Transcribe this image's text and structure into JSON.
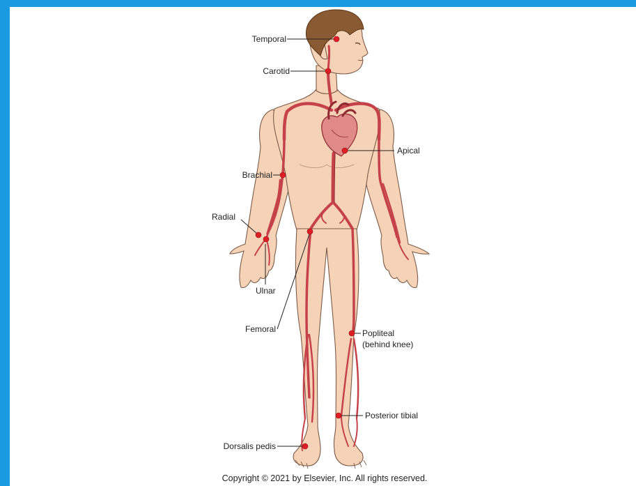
{
  "labels": {
    "temporal": "Temporal",
    "carotid": "Carotid",
    "apical": "Apical",
    "brachial": "Brachial",
    "radial": "Radial",
    "ulnar": "Ulnar",
    "femoral": "Femoral",
    "popliteal_line1": "Popliteal",
    "popliteal_line2": "(behind knee)",
    "posterior_tibial": "Posterior tibial",
    "dorsalis_pedis": "Dorsalis pedis"
  },
  "copyright": "Copyright © 2021 by Elsevier, Inc. All rights reserved.",
  "colors": {
    "frame_border": "#1a9ae0",
    "pulse_point": "#e01e26",
    "artery": "#c6424a",
    "skin": "#f6d2b6",
    "hair": "#8a5a32"
  }
}
